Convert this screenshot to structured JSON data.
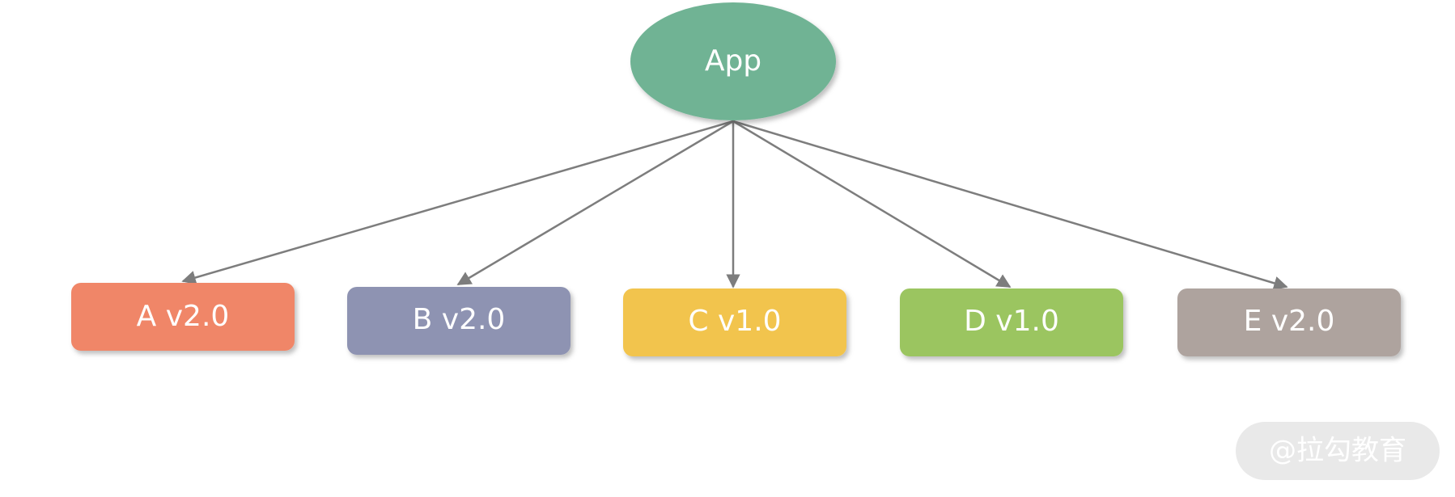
{
  "diagram": {
    "root": {
      "label": "App",
      "color": "#6fb394"
    },
    "children": [
      {
        "label": "A v2.0",
        "color": "#f08667"
      },
      {
        "label": "B v2.0",
        "color": "#8e93b2"
      },
      {
        "label": "C v1.0",
        "color": "#f2c44e"
      },
      {
        "label": "D v1.0",
        "color": "#9bc560"
      },
      {
        "label": "E v2.0",
        "color": "#aea39e"
      }
    ],
    "edge_color": "#7d7d7d"
  },
  "watermark": {
    "text": "@拉勾教育"
  }
}
